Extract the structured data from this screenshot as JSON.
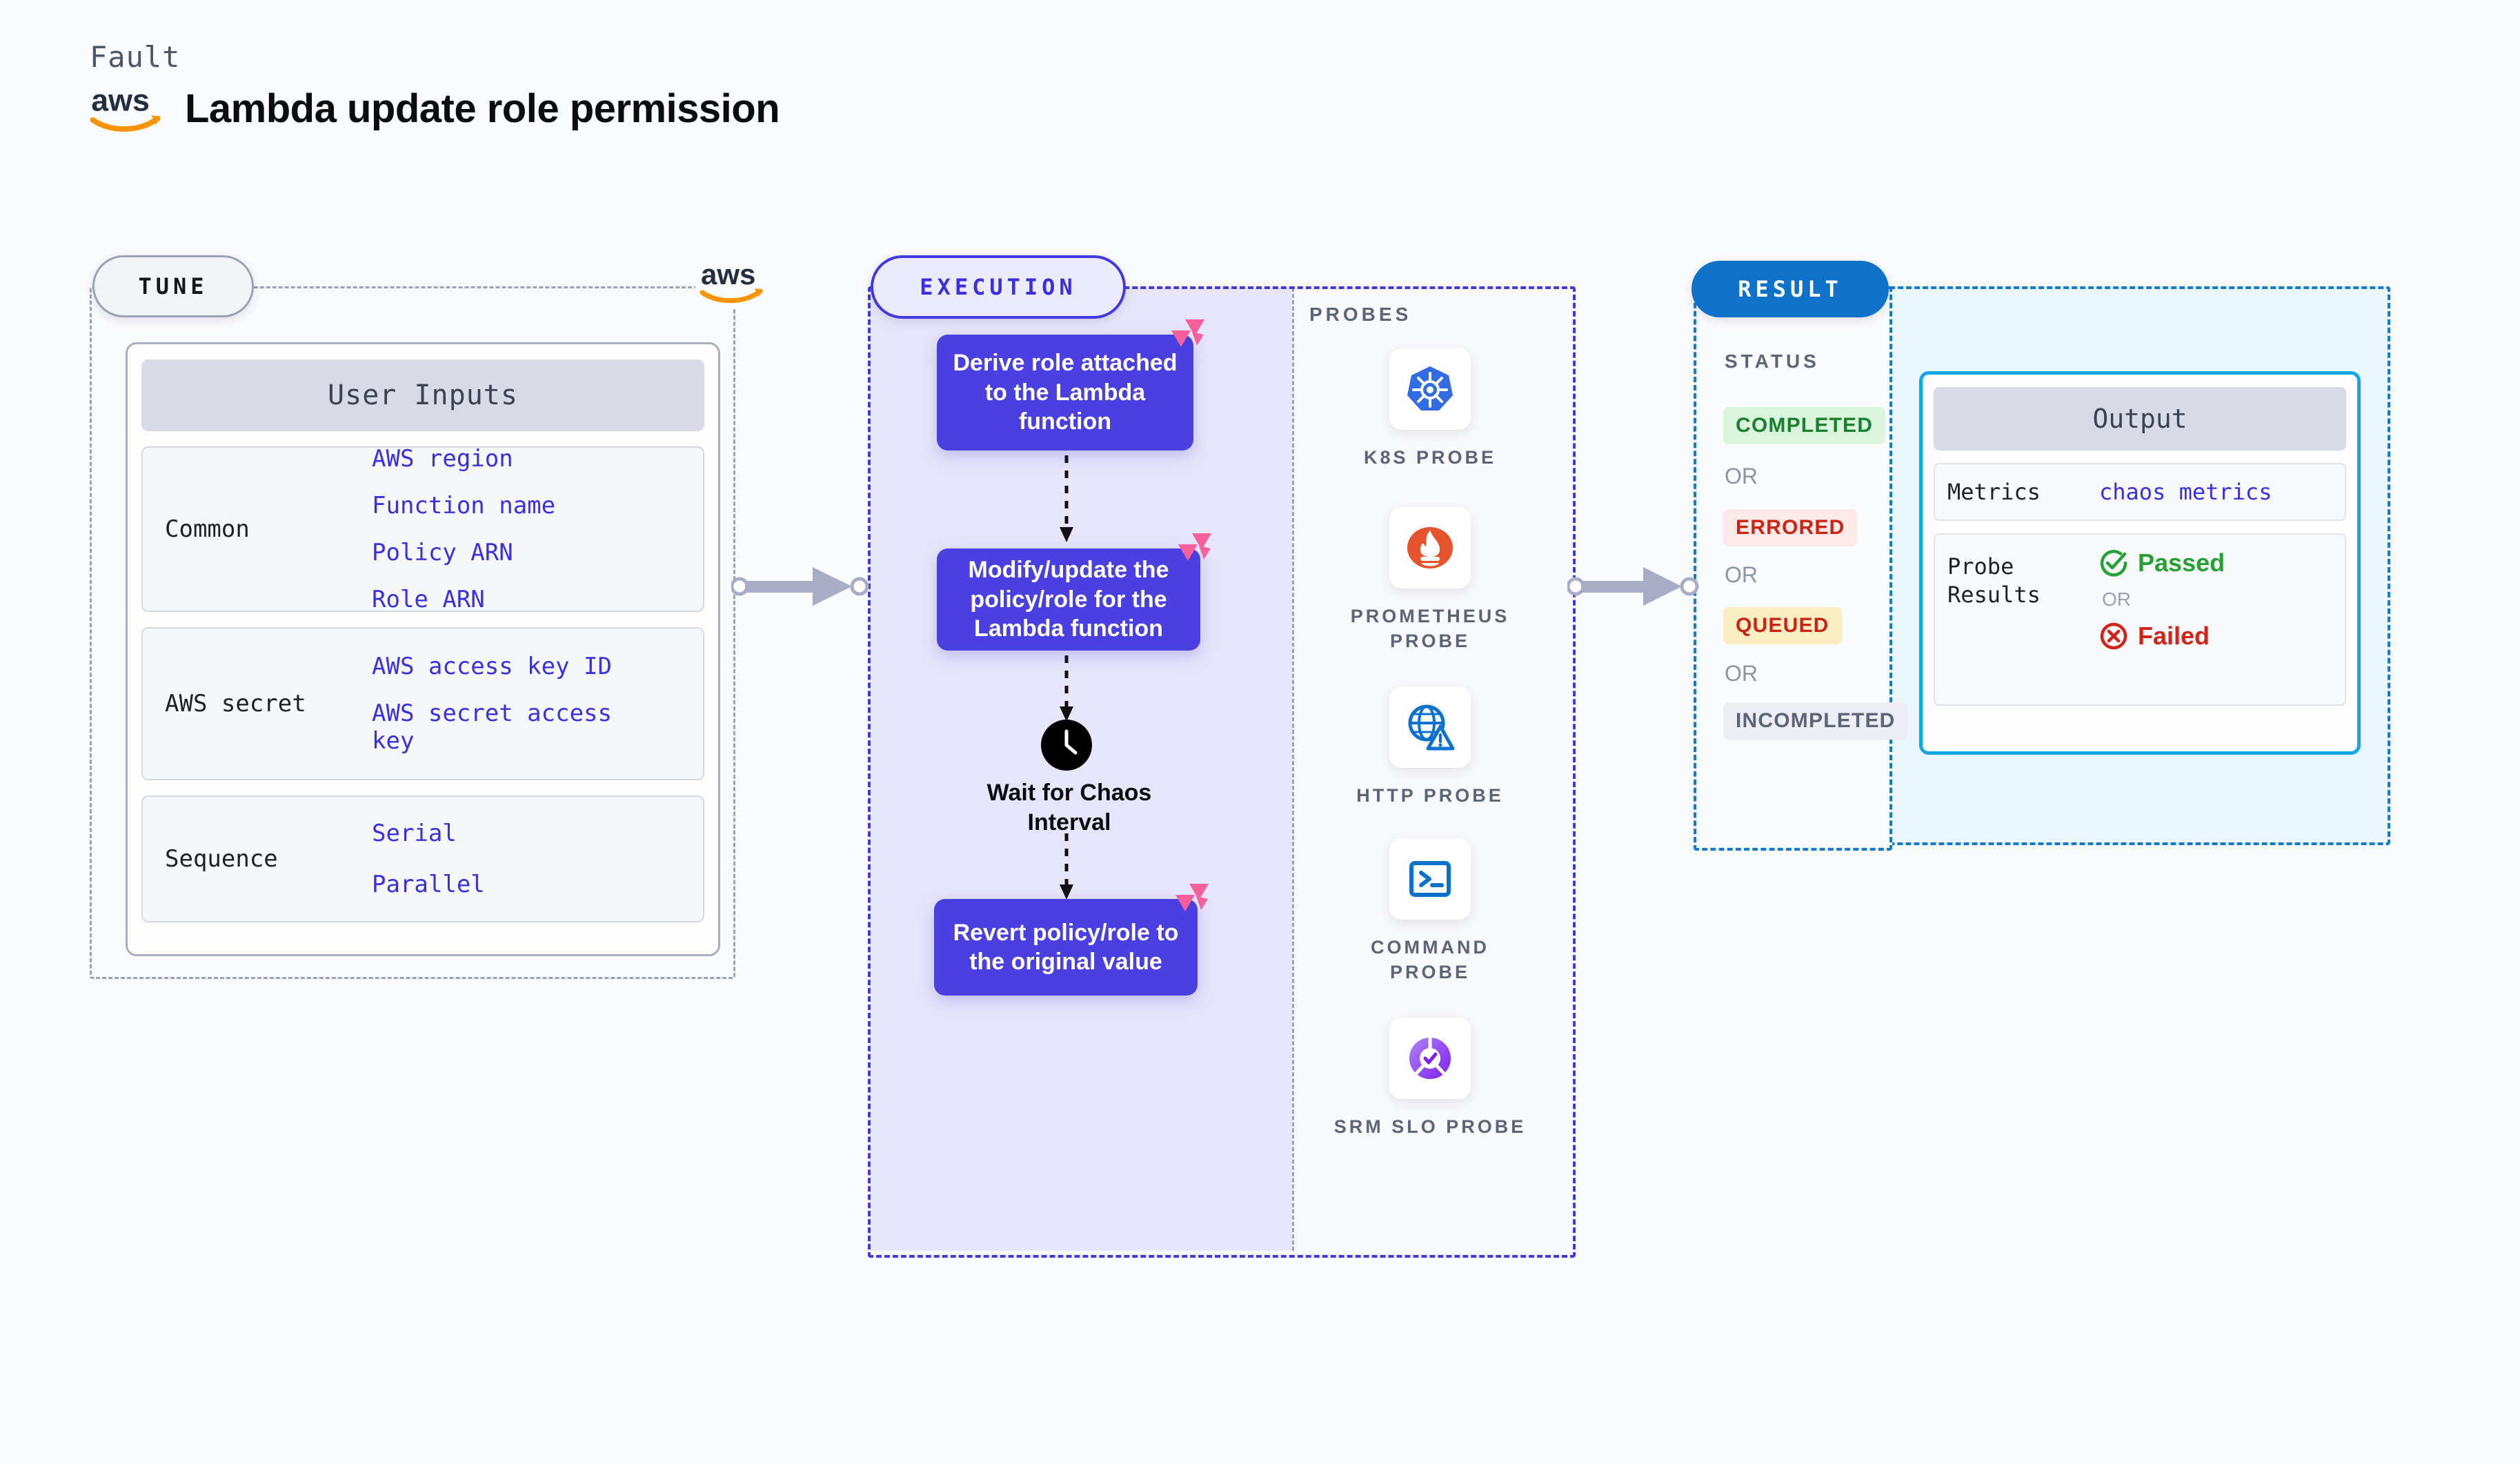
{
  "header": {
    "kicker": "Fault",
    "title": "Lambda update role permission",
    "logo_icon": "aws-logo-icon"
  },
  "tune": {
    "badge": "TUNE",
    "provider_logo_icon": "aws-logo-icon",
    "card_title": "User Inputs",
    "groups": [
      {
        "label": "Common",
        "values": [
          "AWS region",
          "Function name",
          "Policy ARN",
          "Role ARN"
        ]
      },
      {
        "label": "AWS secret",
        "values": [
          "AWS access key ID",
          "AWS secret access key"
        ]
      },
      {
        "label": "Sequence",
        "values": [
          "Serial",
          "Parallel"
        ]
      }
    ]
  },
  "execution": {
    "badge": "EXECUTION",
    "steps": [
      {
        "id": "step-1",
        "text": "Derive role attached to the Lambda function",
        "mark_icon": "litmus-chaos-icon"
      },
      {
        "id": "step-2",
        "text": "Modify/update the policy/role for the Lambda function",
        "mark_icon": "litmus-chaos-icon"
      },
      {
        "id": "step-4",
        "text": "Revert policy/role to the original value",
        "mark_icon": "litmus-chaos-icon"
      }
    ],
    "wait_node": {
      "label": "Wait for Chaos Interval",
      "icon": "clock-icon"
    },
    "probes_title": "PROBES",
    "probes": [
      {
        "label": "K8S PROBE",
        "icon": "kubernetes-icon"
      },
      {
        "label": "PROMETHEUS PROBE",
        "icon": "prometheus-flame-icon"
      },
      {
        "label": "HTTP PROBE",
        "icon": "globe-warning-icon"
      },
      {
        "label": "COMMAND PROBE",
        "icon": "terminal-icon"
      },
      {
        "label": "SRM SLO PROBE",
        "icon": "slo-donut-check-icon"
      }
    ]
  },
  "result": {
    "badge": "RESULT",
    "status_title": "STATUS",
    "or_text": "OR",
    "statuses": [
      {
        "label": "COMPLETED",
        "color": "#1a7f2e",
        "bg": "#d9f6dd"
      },
      {
        "label": "ERRORED",
        "color": "#cc2414",
        "bg": "#fde9e7"
      },
      {
        "label": "QUEUED",
        "color": "#cc2414",
        "bg": "#fbeec2"
      },
      {
        "label": "INCOMPLETED",
        "color": "#5c6475",
        "bg": "#eceef4"
      }
    ],
    "output": {
      "title": "Output",
      "metrics_label": "Metrics",
      "metrics_value": "chaos metrics",
      "probe_results_label": "Probe Results",
      "passed_label": "Passed",
      "failed_label": "Failed",
      "or_text": "OR",
      "passed_icon": "check-circle-icon",
      "failed_icon": "x-circle-icon"
    }
  },
  "colors": {
    "execution_purple": "#4a3fe0",
    "result_blue": "#0d72c8",
    "litmus_pink": "#f8609c",
    "aws_orange": "#f79400"
  }
}
